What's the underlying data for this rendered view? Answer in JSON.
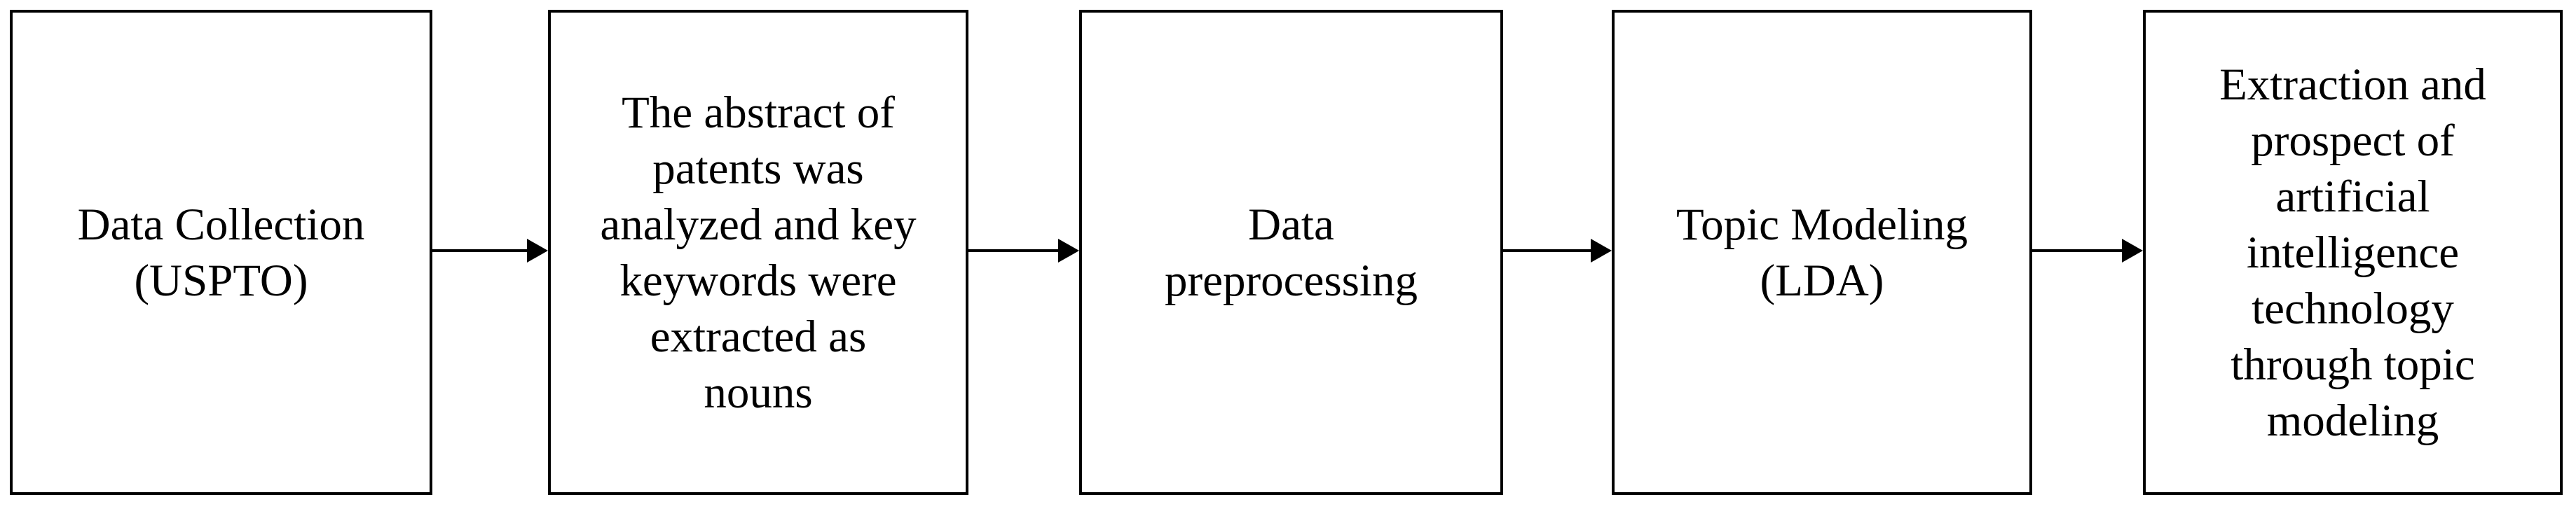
{
  "flowchart": {
    "background_color": "#ffffff",
    "box_border_color": "#000000",
    "text_color": "#000000",
    "arrow_color": "#000000",
    "steps": [
      {
        "label": "Data Collection\n(USPTO)"
      },
      {
        "label": "The abstract of\npatents was\nanalyzed and key\nkeywords were\nextracted as\nnouns"
      },
      {
        "label": "Data\npreprocessing"
      },
      {
        "label": "Topic Modeling\n(LDA)"
      },
      {
        "label": "Extraction and\nprospect of\nartificial\nintelligence\ntechnology\nthrough topic\nmodeling"
      }
    ]
  }
}
